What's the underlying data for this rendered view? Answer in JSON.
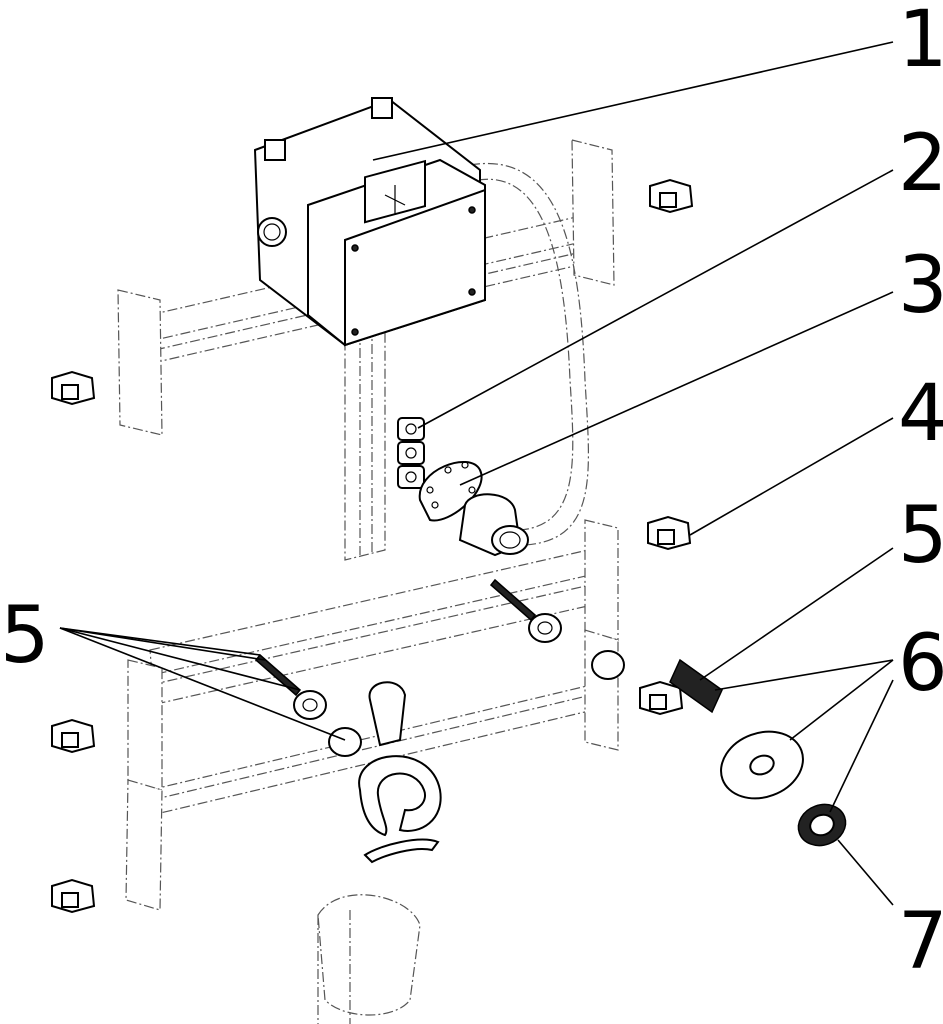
{
  "labels": {
    "l1": "1",
    "l2": "2",
    "l3": "3",
    "l4": "4",
    "l5a": "5",
    "l5b": "5",
    "l6": "6",
    "l7": "7"
  }
}
